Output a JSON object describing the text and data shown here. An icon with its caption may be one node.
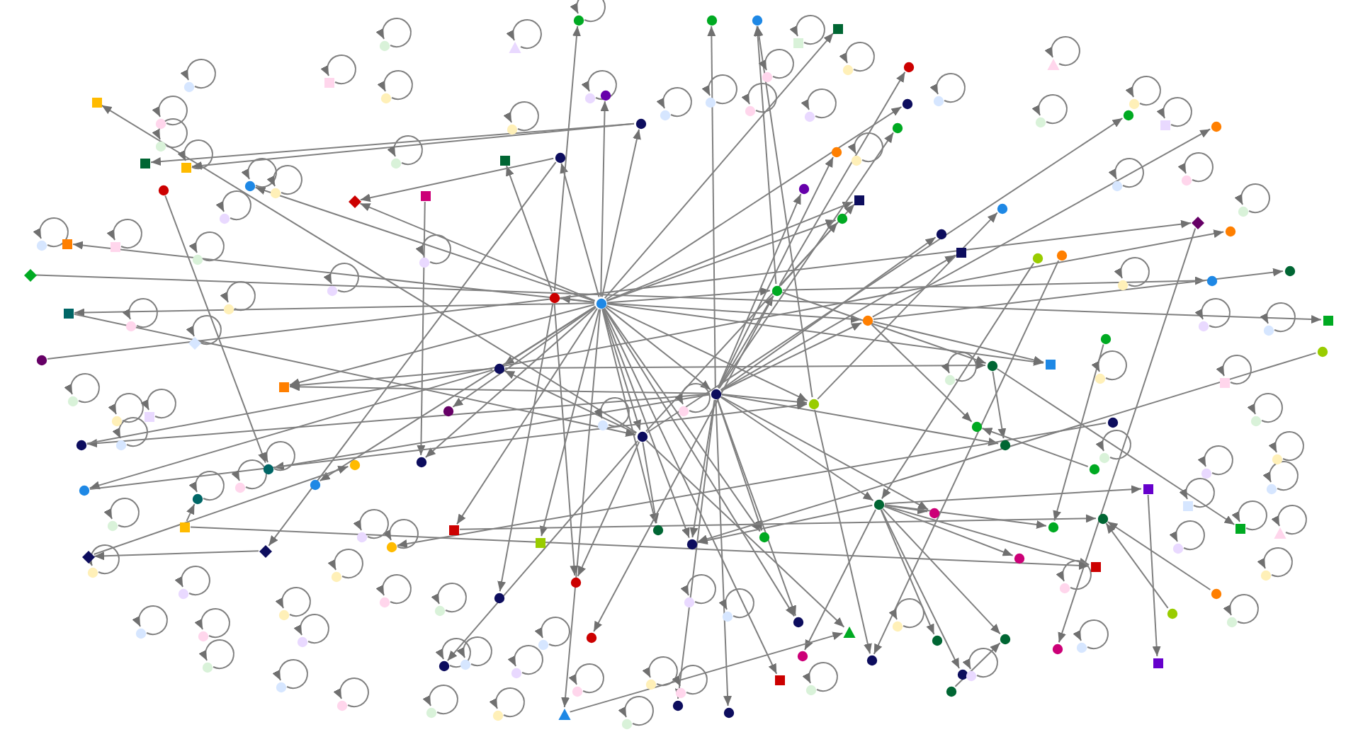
{
  "diagram": {
    "nodes": [
      {
        "text": [],
        "shape": "circle"
      },
      {
        "text": [],
        "shape": "circle"
      },
      {
        "text": [],
        "shape": "circle"
      },
      {
        "text": [],
        "shape": "circle"
      },
      {
        "text": [],
        "shape": "circle"
      },
      {
        "text": [],
        "shape": "circle"
      },
      {
        "text": [],
        "shape": "circle"
      },
      {
        "text": [],
        "shape": "circle"
      },
      {
        "text": [],
        "shape": "circle"
      },
      {
        "text": [],
        "shape": "circle"
      },
      {
        "text": [],
        "shape": "circle"
      },
      {
        "text": [],
        "shape": "circle"
      },
      {
        "text": [],
        "shape": "circle"
      },
      {
        "text": [],
        "shape": "circle"
      },
      {
        "text": [],
        "shape": "box"
      },
      {
        "text": [],
        "shape": "box"
      },
      {
        "text": [],
        "shape": "circle"
      },
      {
        "text": [],
        "shape": "circle"
      },
      {
        "text": [],
        "shape": "circle"
      },
      {
        "text": [],
        "shape": "circle"
      },
      {
        "text": [],
        "shape": "circle"
      },
      {
        "text": [],
        "shape": "circle"
      },
      {
        "text": [],
        "shape": "box"
      },
      {
        "text": [],
        "shape": "circle"
      },
      {
        "text": [],
        "shape": "circle"
      },
      {
        "text": [],
        "shape": "circle"
      },
      {
        "text": [],
        "shape": "box"
      },
      {
        "text": [],
        "shape": "box"
      },
      {
        "text": [],
        "shape": "diamond"
      },
      {
        "text": [],
        "shape": "circle"
      },
      {
        "text": [],
        "shape": "box"
      },
      {
        "text": [],
        "shape": "box"
      },
      {
        "text": [],
        "shape": "circle"
      },
      {
        "text": [],
        "shape": "box"
      },
      {
        "text": [],
        "shape": "box"
      },
      {
        "text": [],
        "shape": "diamond"
      },
      {
        "text": [],
        "shape": "box"
      },
      {
        "text": [],
        "shape": "circle"
      },
      {
        "text": [],
        "shape": "circle"
      },
      {
        "text": [],
        "shape": "circle"
      },
      {
        "text": [],
        "shape": "diamond"
      },
      {
        "text": [],
        "shape": "diamond"
      },
      {
        "text": [],
        "shape": "box"
      },
      {
        "text": [],
        "shape": "circle"
      },
      {
        "text": [],
        "shape": "circle"
      },
      {
        "text": [],
        "shape": "circle"
      },
      {
        "text": [],
        "shape": "circle"
      },
      {
        "text": [],
        "shape": "circle"
      },
      {
        "text": [],
        "shape": "box"
      },
      {
        "text": [],
        "shape": "circle"
      },
      {
        "text": [],
        "shape": "circle"
      },
      {
        "text": [],
        "shape": "circle"
      },
      {
        "text": [],
        "shape": "circle"
      },
      {
        "text": [],
        "shape": "triangle"
      },
      {
        "text": [],
        "shape": "circle"
      },
      {
        "text": [],
        "shape": "circle"
      },
      {
        "text": [],
        "shape": "box"
      },
      {
        "text": [],
        "shape": "triangle"
      },
      {
        "text": [],
        "shape": "circle"
      },
      {
        "text": [],
        "shape": "circle"
      },
      {
        "text": [],
        "shape": "circle"
      },
      {
        "text": [],
        "shape": "circle"
      },
      {
        "text": [],
        "shape": "circle"
      },
      {
        "text": [],
        "shape": "circle"
      },
      {
        "text": [],
        "shape": "circle"
      },
      {
        "text": [],
        "shape": "circle"
      },
      {
        "text": [],
        "shape": "circle"
      },
      {
        "text": [],
        "shape": "circle"
      },
      {
        "text": [],
        "shape": "circle"
      },
      {
        "text": [],
        "shape": "box"
      },
      {
        "text": [],
        "shape": "circle"
      },
      {
        "text": [],
        "shape": "box"
      },
      {
        "text": [],
        "shape": "box"
      },
      {
        "text": [],
        "shape": "circle"
      },
      {
        "text": [],
        "shape": "box"
      },
      {
        "text": [],
        "shape": "circle"
      },
      {
        "text": [],
        "shape": "circle"
      },
      {
        "text": [],
        "shape": "circle"
      },
      {
        "text": [],
        "shape": "circle"
      },
      {
        "text": [],
        "shape": "circle"
      },
      {
        "text": [],
        "shape": "circle"
      },
      {
        "text": [],
        "shape": "circle"
      },
      {
        "text": [],
        "shape": "circle"
      },
      {
        "text": [],
        "shape": "box"
      },
      {
        "text": [],
        "shape": "circle"
      },
      {
        "text": [],
        "shape": "circle"
      },
      {
        "text": [],
        "shape": "box"
      },
      {
        "text": [],
        "shape": "circle"
      },
      {
        "text": [],
        "shape": "circle"
      },
      {
        "text": [],
        "shape": "circle"
      },
      {
        "text": [],
        "shape": "circle"
      },
      {
        "text": [],
        "shape": "circle"
      },
      {
        "text": [],
        "shape": "box"
      },
      {
        "text": [],
        "shape": "circle"
      },
      {
        "text": [],
        "shape": "circle"
      },
      {
        "text": [],
        "shape": "circle"
      },
      {
        "text": [],
        "shape": "circle"
      },
      {
        "text": [],
        "shape": "box"
      },
      {
        "text": [],
        "shape": "circle"
      },
      {
        "text": [],
        "shape": "diamond"
      },
      {
        "text": [],
        "shape": "circle"
      },
      {
        "text": [],
        "shape": "box"
      },
      {
        "text": [],
        "shape": "circle"
      },
      {
        "text": [],
        "shape": "circle"
      },
      {
        "text": [],
        "shape": "triangle"
      },
      {
        "text": [],
        "shape": "circle"
      },
      {
        "text": [],
        "shape": "circle"
      },
      {
        "text": [],
        "shape": "box"
      },
      {
        "text": [],
        "shape": "circle"
      },
      {
        "text": [],
        "shape": "circle"
      },
      {
        "text": [],
        "shape": "circle"
      },
      {
        "text": [],
        "shape": "triangle"
      },
      {
        "text": [],
        "shape": "circle"
      },
      {
        "text": [],
        "shape": "circle"
      },
      {
        "text": [],
        "shape": "box"
      },
      {
        "text": [],
        "shape": "circle"
      },
      {
        "text": [],
        "shape": "circle"
      },
      {
        "text": [],
        "shape": "circle"
      },
      {
        "text": [],
        "shape": "circle"
      },
      {
        "text": [],
        "shape": "circle"
      },
      {
        "text": [],
        "shape": "circle"
      },
      {
        "text": [],
        "shape": "box"
      },
      {
        "text": [],
        "shape": "circle"
      },
      {
        "text": [],
        "shape": "circle"
      },
      {
        "text": [],
        "shape": "circle"
      },
      {
        "text": [],
        "shape": "circle"
      },
      {
        "text": [],
        "shape": "triangle"
      },
      {
        "text": [],
        "shape": "circle"
      },
      {
        "text": [],
        "shape": "circle"
      },
      {
        "text": [],
        "shape": "circle"
      },
      {
        "text": [],
        "shape": "box"
      },
      {
        "text": [],
        "shape": "circle"
      },
      {
        "text": [],
        "shape": "circle"
      },
      {
        "text": [],
        "shape": "circle"
      },
      {
        "text": [],
        "shape": "circle"
      },
      {
        "text": [],
        "shape": "circle"
      },
      {
        "text": [],
        "shape": "box"
      },
      {
        "text": [],
        "shape": "circle"
      },
      {
        "text": [],
        "shape": "circle"
      },
      {
        "text": [],
        "shape": "circle"
      },
      {
        "text": [],
        "shape": "diamond"
      },
      {
        "text": [],
        "shape": "circle"
      },
      {
        "text": [],
        "shape": "circle"
      },
      {
        "text": [],
        "shape": "circle"
      },
      {
        "text": [],
        "shape": "box"
      },
      {
        "text": [],
        "shape": "circle"
      },
      {
        "text": [],
        "shape": "circle"
      },
      {
        "text": [],
        "shape": "circle"
      },
      {
        "text": [],
        "shape": "circle"
      },
      {
        "text": [],
        "shape": "circle"
      },
      {
        "text": [],
        "shape": "circle"
      },
      {
        "text": [],
        "shape": "circle"
      },
      {
        "text": [],
        "shape": "circle"
      },
      {
        "text": [],
        "shape": "circle"
      },
      {
        "text": [],
        "shape": "circle"
      },
      {
        "text": [],
        "shape": "circle"
      },
      {
        "text": [],
        "shape": "circle"
      },
      {
        "text": [],
        "shape": "circle"
      },
      {
        "text": [],
        "shape": "circle"
      },
      {
        "text": [],
        "shape": "circle"
      },
      {
        "text": [],
        "shape": "circle"
      },
      {
        "text": [],
        "shape": "circle"
      },
      {
        "text": [],
        "shape": "circle"
      },
      {
        "text": [],
        "shape": "circle"
      },
      {
        "text": [],
        "shape": "circle"
      },
      {
        "text": [],
        "shape": "circle"
      },
      {
        "text": [],
        "shape": "circle"
      },
      {
        "text": [],
        "shape": "circle"
      },
      {
        "text": [],
        "shape": "circle"
      },
      {
        "text": [],
        "shape": "circle"
      },
      {
        "text": [],
        "shape": "circle"
      },
      {
        "text": [],
        "shape": "circle"
      },
      {
        "text": [],
        "shape": "circle"
      },
      {
        "text": [],
        "shape": "circle"
      },
      {
        "text": [],
        "shape": "circle"
      },
      {
        "text": [],
        "shape": "circle"
      },
      {
        "text": [],
        "shape": "circle"
      },
      {
        "text": [],
        "shape": "circle"
      },
      {
        "text": [],
        "shape": "circle"
      },
      {
        "text": [],
        "shape": "circle"
      },
      {
        "text": [],
        "shape": "circle"
      },
      {
        "text": [],
        "shape": "circle"
      },
      {
        "text": [],
        "shape": "circle"
      },
      {
        "text": [],
        "shape": "circle"
      },
      {
        "text": [],
        "shape": "circle"
      },
      {
        "text": [],
        "shape": "circle"
      },
      {
        "text": [],
        "shape": "circle"
      },
      {
        "text": [],
        "shape": "circle"
      },
      {
        "text": [],
        "shape": "circle"
      }
    ],
    "edges": [
      {
        "from": 0,
        "to": 18,
        "arrow": "to"
      },
      {
        "from": 0,
        "to": 25,
        "arrow": "to"
      },
      {
        "from": 0,
        "to": 24,
        "arrow": "to"
      },
      {
        "from": 0,
        "to": 29,
        "arrow": "to"
      },
      {
        "from": 0,
        "to": 15,
        "arrow": "to"
      },
      {
        "from": 0,
        "to": 6,
        "arrow": "to"
      },
      {
        "from": 0,
        "to": 5,
        "arrow": "to"
      },
      {
        "from": 0,
        "to": 4,
        "arrow": "to"
      },
      {
        "from": 0,
        "to": 2,
        "arrow": "to"
      },
      {
        "from": 0,
        "to": 1,
        "arrow": "to"
      },
      {
        "from": 0,
        "to": 10,
        "arrow": "to"
      },
      {
        "from": 0,
        "to": 48,
        "arrow": "to"
      },
      {
        "from": 0,
        "to": 12,
        "arrow": "to"
      },
      {
        "from": 0,
        "to": 11,
        "arrow": "to"
      },
      {
        "from": 0,
        "to": 7,
        "arrow": "to"
      },
      {
        "from": 0,
        "to": 8,
        "arrow": "to"
      },
      {
        "from": 0,
        "to": 92,
        "arrow": "to"
      },
      {
        "from": 0,
        "to": 86,
        "arrow": "to"
      },
      {
        "from": 0,
        "to": 87,
        "arrow": "to"
      },
      {
        "from": 0,
        "to": 36,
        "arrow": "to"
      },
      {
        "from": 0,
        "to": 16,
        "arrow": "to"
      },
      {
        "from": 0,
        "to": 17,
        "arrow": "to"
      },
      {
        "from": 0,
        "to": 14,
        "arrow": "to"
      },
      {
        "from": 0,
        "to": 34,
        "arrow": "to"
      },
      {
        "from": 0,
        "to": 28,
        "arrow": "to"
      },
      {
        "from": 0,
        "to": 45,
        "arrow": "to"
      },
      {
        "from": 0,
        "to": 89,
        "arrow": "to"
      },
      {
        "from": 0,
        "to": 22,
        "arrow": "to"
      },
      {
        "from": 0,
        "to": 56,
        "arrow": "to"
      },
      {
        "from": 0,
        "to": 53,
        "arrow": "to"
      },
      {
        "from": 0,
        "to": 59,
        "arrow": "to"
      },
      {
        "from": 1,
        "to": 3,
        "arrow": "to"
      },
      {
        "from": 1,
        "to": 4,
        "arrow": "to"
      },
      {
        "from": 1,
        "to": 7,
        "arrow": "to"
      },
      {
        "from": 1,
        "to": 10,
        "arrow": "to"
      },
      {
        "from": 1,
        "to": 11,
        "arrow": "to"
      },
      {
        "from": 1,
        "to": 13,
        "arrow": "to"
      },
      {
        "from": 1,
        "to": 8,
        "arrow": "to"
      },
      {
        "from": 1,
        "to": 38,
        "arrow": "to"
      },
      {
        "from": 1,
        "to": 88,
        "arrow": "to"
      },
      {
        "from": 1,
        "to": 85,
        "arrow": "to"
      },
      {
        "from": 1,
        "to": 84,
        "arrow": "to"
      },
      {
        "from": 1,
        "to": 83,
        "arrow": "to"
      },
      {
        "from": 1,
        "to": 54,
        "arrow": "to"
      },
      {
        "from": 1,
        "to": 55,
        "arrow": "to"
      },
      {
        "from": 1,
        "to": 59,
        "arrow": "to"
      },
      {
        "from": 1,
        "to": 90,
        "arrow": "to"
      },
      {
        "from": 1,
        "to": 20,
        "arrow": "to"
      },
      {
        "from": 1,
        "to": 15,
        "arrow": "to"
      },
      {
        "from": 1,
        "to": 65,
        "arrow": "to"
      },
      {
        "from": 1,
        "to": 44,
        "arrow": "to"
      },
      {
        "from": 2,
        "to": 31,
        "arrow": "to"
      },
      {
        "from": 2,
        "to": 6,
        "arrow": "to"
      },
      {
        "from": 2,
        "to": 12,
        "arrow": "to"
      },
      {
        "from": 2,
        "to": 57,
        "arrow": "to"
      },
      {
        "from": 2,
        "to": 52,
        "arrow": "to"
      },
      {
        "from": 2,
        "to": 86,
        "arrow": "to"
      },
      {
        "from": 2,
        "to": 79,
        "arrow": "to"
      },
      {
        "from": 2,
        "to": 49,
        "arrow": "to"
      },
      {
        "from": 3,
        "to": 13,
        "arrow": "to"
      },
      {
        "from": 3,
        "to": 61,
        "arrow": "to"
      },
      {
        "from": 3,
        "to": 62,
        "arrow": "to"
      },
      {
        "from": 3,
        "to": 64,
        "arrow": "to"
      },
      {
        "from": 3,
        "to": 69,
        "arrow": "to"
      },
      {
        "from": 3,
        "to": 72,
        "arrow": "to"
      },
      {
        "from": 3,
        "to": 58,
        "arrow": "to"
      },
      {
        "from": 3,
        "to": 95,
        "arrow": "to"
      },
      {
        "from": 3,
        "to": 67,
        "arrow": "to"
      },
      {
        "from": 3,
        "to": 10,
        "arrow": "to"
      },
      {
        "from": 4,
        "to": 21,
        "arrow": "to"
      },
      {
        "from": 4,
        "to": 23,
        "arrow": "to"
      },
      {
        "from": 4,
        "to": 87,
        "arrow": "to"
      },
      {
        "from": 4,
        "to": 75,
        "arrow": "to"
      },
      {
        "from": 4,
        "to": 9,
        "arrow": "to"
      },
      {
        "from": 4,
        "to": 50,
        "arrow": "to"
      },
      {
        "from": 5,
        "to": 26,
        "arrow": "to"
      },
      {
        "from": 5,
        "to": 19,
        "arrow": "to"
      },
      {
        "from": 5,
        "to": 51,
        "arrow": "to"
      },
      {
        "from": 5,
        "to": 49,
        "arrow": "to"
      },
      {
        "from": 6,
        "to": 9,
        "arrow": "to"
      },
      {
        "from": 6,
        "to": 39,
        "arrow": "to"
      },
      {
        "from": 6,
        "to": 15,
        "arrow": "to"
      },
      {
        "from": 7,
        "to": 82,
        "arrow": "to"
      },
      {
        "from": 7,
        "to": 21,
        "arrow": "to"
      },
      {
        "from": 7,
        "to": 60,
        "arrow": "to"
      },
      {
        "from": 8,
        "to": 76,
        "arrow": "to"
      },
      {
        "from": 8,
        "to": 92,
        "arrow": "to"
      },
      {
        "from": 8,
        "to": 66,
        "arrow": "to"
      },
      {
        "from": 8,
        "to": 77,
        "arrow": "to"
      },
      {
        "from": 9,
        "to": 74,
        "arrow": "to"
      },
      {
        "from": 9,
        "to": 65,
        "arrow": "to"
      },
      {
        "from": 18,
        "to": 30,
        "arrow": "to"
      },
      {
        "from": 18,
        "to": 33,
        "arrow": "to"
      },
      {
        "from": 25,
        "to": 28,
        "arrow": "to"
      },
      {
        "from": 25,
        "to": 41,
        "arrow": "to"
      },
      {
        "from": 93,
        "to": 47,
        "arrow": "to"
      },
      {
        "from": 94,
        "to": 66,
        "arrow": "to"
      },
      {
        "from": 91,
        "to": 95,
        "arrow": "to"
      },
      {
        "from": 99,
        "to": 68,
        "arrow": "to"
      },
      {
        "from": 72,
        "to": 71,
        "arrow": "to"
      },
      {
        "from": 98,
        "to": 10,
        "arrow": "to"
      },
      {
        "from": 80,
        "to": 60,
        "arrow": "to"
      },
      {
        "from": 81,
        "to": 3,
        "arrow": "to"
      },
      {
        "from": 27,
        "to": 16,
        "arrow": "to"
      },
      {
        "from": 32,
        "to": 44,
        "arrow": "to"
      },
      {
        "from": 42,
        "to": 43,
        "arrow": "to"
      },
      {
        "from": 38,
        "to": 78,
        "arrow": "to"
      },
      {
        "from": 39,
        "to": 7,
        "arrow": "to"
      },
      {
        "from": 40,
        "to": 46,
        "arrow": "to"
      },
      {
        "from": 36,
        "to": 2,
        "arrow": "to"
      },
      {
        "from": 35,
        "to": 97,
        "arrow": "to"
      },
      {
        "from": 37,
        "to": 99,
        "arrow": "to"
      },
      {
        "from": 63,
        "to": 64,
        "arrow": "to"
      },
      {
        "from": 70,
        "to": 96,
        "arrow": "to"
      },
      {
        "from": 73,
        "to": 96,
        "arrow": "to"
      },
      {
        "from": 41,
        "to": 40,
        "arrow": "to"
      },
      {
        "from": 14,
        "to": 96,
        "arrow": "to"
      },
      {
        "from": 53,
        "to": 57,
        "arrow": "to"
      },
      {
        "from": 42,
        "to": 69,
        "arrow": "to"
      },
      {
        "from": 19,
        "to": 19,
        "arrow": "to"
      },
      {
        "from": 29,
        "to": 29,
        "arrow": "to"
      },
      {
        "from": 30,
        "to": 30,
        "arrow": "to"
      },
      {
        "from": 43,
        "to": 43,
        "arrow": "to"
      },
      {
        "from": 44,
        "to": 44,
        "arrow": "to"
      },
      {
        "from": 47,
        "to": 47,
        "arrow": "to"
      },
      {
        "from": 52,
        "to": 52,
        "arrow": "to"
      },
      {
        "from": 74,
        "to": 74,
        "arrow": "to"
      },
      {
        "from": 100,
        "to": 100,
        "arrow": "to"
      },
      {
        "from": 101,
        "to": 101,
        "arrow": "to"
      },
      {
        "from": 102,
        "to": 102,
        "arrow": "to"
      },
      {
        "from": 103,
        "to": 103,
        "arrow": "to"
      },
      {
        "from": 104,
        "to": 104,
        "arrow": "to"
      },
      {
        "from": 105,
        "to": 105,
        "arrow": "to"
      },
      {
        "from": 106,
        "to": 106,
        "arrow": "to"
      },
      {
        "from": 107,
        "to": 107,
        "arrow": "to"
      },
      {
        "from": 108,
        "to": 108,
        "arrow": "to"
      },
      {
        "from": 109,
        "to": 109,
        "arrow": "to"
      },
      {
        "from": 110,
        "to": 110,
        "arrow": "to"
      },
      {
        "from": 111,
        "to": 111,
        "arrow": "to"
      },
      {
        "from": 112,
        "to": 112,
        "arrow": "to"
      },
      {
        "from": 113,
        "to": 113,
        "arrow": "to"
      },
      {
        "from": 114,
        "to": 114,
        "arrow": "to"
      },
      {
        "from": 115,
        "to": 115,
        "arrow": "to"
      },
      {
        "from": 116,
        "to": 116,
        "arrow": "to"
      },
      {
        "from": 117,
        "to": 117,
        "arrow": "to"
      },
      {
        "from": 118,
        "to": 118,
        "arrow": "to"
      },
      {
        "from": 119,
        "to": 119,
        "arrow": "to"
      },
      {
        "from": 120,
        "to": 120,
        "arrow": "to"
      },
      {
        "from": 121,
        "to": 121,
        "arrow": "to"
      },
      {
        "from": 122,
        "to": 122,
        "arrow": "to"
      },
      {
        "from": 123,
        "to": 123,
        "arrow": "to"
      },
      {
        "from": 124,
        "to": 124,
        "arrow": "to"
      },
      {
        "from": 125,
        "to": 125,
        "arrow": "to"
      },
      {
        "from": 126,
        "to": 126,
        "arrow": "to"
      },
      {
        "from": 127,
        "to": 127,
        "arrow": "to"
      },
      {
        "from": 128,
        "to": 128,
        "arrow": "to"
      },
      {
        "from": 129,
        "to": 129,
        "arrow": "to"
      },
      {
        "from": 130,
        "to": 130,
        "arrow": "to"
      },
      {
        "from": 131,
        "to": 131,
        "arrow": "to"
      },
      {
        "from": 132,
        "to": 132,
        "arrow": "to"
      },
      {
        "from": 133,
        "to": 133,
        "arrow": "to"
      },
      {
        "from": 134,
        "to": 134,
        "arrow": "to"
      },
      {
        "from": 135,
        "to": 135,
        "arrow": "to"
      },
      {
        "from": 136,
        "to": 136,
        "arrow": "to"
      },
      {
        "from": 137,
        "to": 137,
        "arrow": "to"
      },
      {
        "from": 138,
        "to": 138,
        "arrow": "to"
      },
      {
        "from": 139,
        "to": 139,
        "arrow": "to"
      },
      {
        "from": 140,
        "to": 140,
        "arrow": "to"
      },
      {
        "from": 141,
        "to": 141,
        "arrow": "to"
      },
      {
        "from": 142,
        "to": 142,
        "arrow": "to"
      },
      {
        "from": 143,
        "to": 143,
        "arrow": "to"
      },
      {
        "from": 144,
        "to": 144,
        "arrow": "to"
      },
      {
        "from": 145,
        "to": 145,
        "arrow": "to"
      },
      {
        "from": 146,
        "to": 146,
        "arrow": "to"
      },
      {
        "from": 147,
        "to": 147,
        "arrow": "to"
      },
      {
        "from": 148,
        "to": 148,
        "arrow": "to"
      },
      {
        "from": 149,
        "to": 149,
        "arrow": "to"
      },
      {
        "from": 150,
        "to": 150,
        "arrow": "to"
      },
      {
        "from": 151,
        "to": 151,
        "arrow": "to"
      },
      {
        "from": 152,
        "to": 152,
        "arrow": "to"
      },
      {
        "from": 153,
        "to": 153,
        "arrow": "to"
      },
      {
        "from": 154,
        "to": 154,
        "arrow": "to"
      },
      {
        "from": 155,
        "to": 155,
        "arrow": "to"
      },
      {
        "from": 156,
        "to": 156,
        "arrow": "to"
      },
      {
        "from": 157,
        "to": 157,
        "arrow": "to"
      },
      {
        "from": 158,
        "to": 158,
        "arrow": "to"
      },
      {
        "from": 159,
        "to": 159,
        "arrow": "to"
      },
      {
        "from": 160,
        "to": 160,
        "arrow": "to"
      },
      {
        "from": 161,
        "to": 161,
        "arrow": "to"
      },
      {
        "from": 162,
        "to": 162,
        "arrow": "to"
      },
      {
        "from": 163,
        "to": 163,
        "arrow": "to"
      },
      {
        "from": 164,
        "to": 164,
        "arrow": "to"
      },
      {
        "from": 165,
        "to": 165,
        "arrow": "to"
      },
      {
        "from": 166,
        "to": 166,
        "arrow": "to"
      },
      {
        "from": 167,
        "to": 167,
        "arrow": "to"
      },
      {
        "from": 168,
        "to": 168,
        "arrow": "to"
      },
      {
        "from": 169,
        "to": 169,
        "arrow": "to"
      },
      {
        "from": 170,
        "to": 170,
        "arrow": "to"
      },
      {
        "from": 171,
        "to": 171,
        "arrow": "to"
      },
      {
        "from": 172,
        "to": 172,
        "arrow": "to"
      },
      {
        "from": 173,
        "to": 173,
        "arrow": "to"
      },
      {
        "from": 174,
        "to": 174,
        "arrow": "to"
      },
      {
        "from": 175,
        "to": 175,
        "arrow": "to"
      },
      {
        "from": 176,
        "to": 176,
        "arrow": "to"
      },
      {
        "from": 177,
        "to": 177,
        "arrow": "to"
      },
      {
        "from": 178,
        "to": 178,
        "arrow": "to"
      },
      {
        "from": 179,
        "to": 179,
        "arrow": "to"
      },
      {
        "from": 180,
        "to": 180,
        "arrow": "to"
      },
      {
        "from": 181,
        "to": 181,
        "arrow": "to"
      },
      {
        "from": 182,
        "to": 182,
        "arrow": "to"
      },
      {
        "from": 183,
        "to": 183,
        "arrow": "to"
      },
      {
        "from": 184,
        "to": 184,
        "arrow": "to"
      },
      {
        "from": 185,
        "to": 185,
        "arrow": "to"
      },
      {
        "from": 186,
        "to": 186,
        "arrow": "to"
      },
      {
        "from": 187,
        "to": 187,
        "arrow": "to"
      },
      {
        "from": 188,
        "to": 188,
        "arrow": "to"
      }
    ]
  }
}
